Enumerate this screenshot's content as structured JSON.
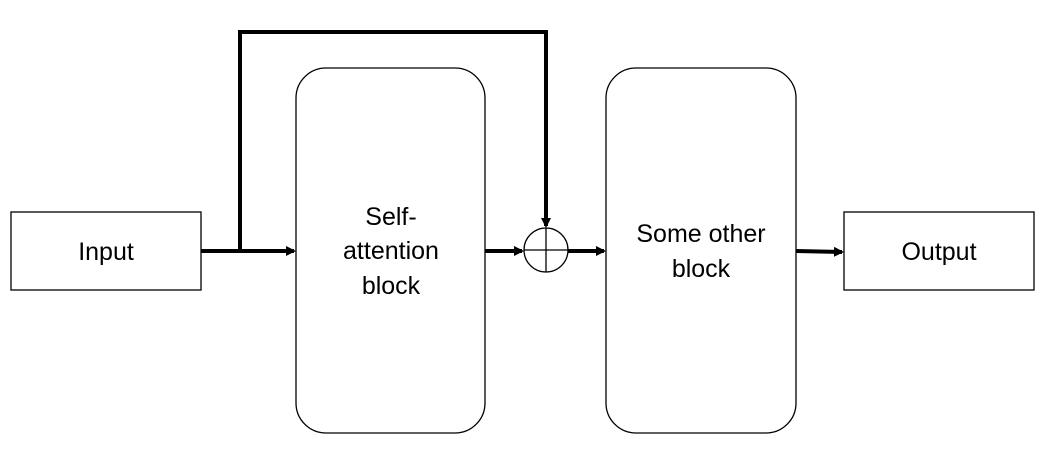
{
  "colors": {
    "stroke": "#000000",
    "background": "#ffffff",
    "text": "#000000"
  },
  "nodes": {
    "input": {
      "label": "Input"
    },
    "self_attention": {
      "line1": "Self-",
      "line2": "attention",
      "line3": "block"
    },
    "other_block": {
      "line1": "Some other",
      "line2": "block"
    },
    "output": {
      "label": "Output"
    }
  },
  "operators": {
    "add": {
      "symbol": "plus-circle-icon"
    }
  }
}
